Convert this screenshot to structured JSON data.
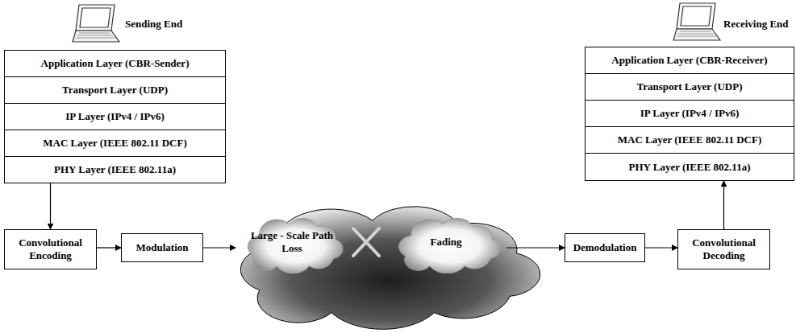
{
  "diagram": {
    "nodes": [
      {
        "text": [
          "Application Layer (CBR-Sender)"
        ]
      },
      {
        "text": [
          "Transport Layer (UDP)"
        ]
      },
      {
        "text": [
          "IP Layer (IPv4 / IPv6)"
        ]
      },
      {
        "text": [
          "MAC Layer (IEEE 802.11 DCF)"
        ]
      },
      {
        "text": [
          "PHY Layer (IEEE 802.11a)"
        ]
      },
      {
        "text": [
          "Application Layer (CBR-Receiver)"
        ]
      },
      {
        "text": [
          "Transport Layer (UDP)"
        ]
      },
      {
        "text": [
          "IP Layer (IPv4 / IPv6)"
        ]
      },
      {
        "text": [
          "MAC Layer (IEEE 802.11 DCF)"
        ]
      },
      {
        "text": [
          "PHY Layer (IEEE 802.11a)"
        ]
      },
      {
        "text": [
          "Convolutional Encoding"
        ]
      },
      {
        "text": [
          "Modulation"
        ]
      },
      {
        "text": [
          "Large - Scale Path Loss"
        ]
      },
      {
        "text": [
          "Fading"
        ]
      },
      {
        "text": [
          "Demodulation"
        ]
      },
      {
        "text": [
          "Convolutional Decoding"
        ]
      }
    ],
    "edges": [
      {
        "from": 4,
        "to": 10,
        "arrow": "to"
      },
      {
        "from": 10,
        "to": 11,
        "arrow": "to"
      },
      {
        "from": 11,
        "to": 12,
        "arrow": "to"
      },
      {
        "from": 13,
        "to": 14,
        "arrow": "to"
      },
      {
        "from": 14,
        "to": 15,
        "arrow": "to"
      },
      {
        "from": 15,
        "to": 9,
        "arrow": "to"
      }
    ],
    "labels": [
      "Sending End",
      "Receiving End"
    ]
  }
}
